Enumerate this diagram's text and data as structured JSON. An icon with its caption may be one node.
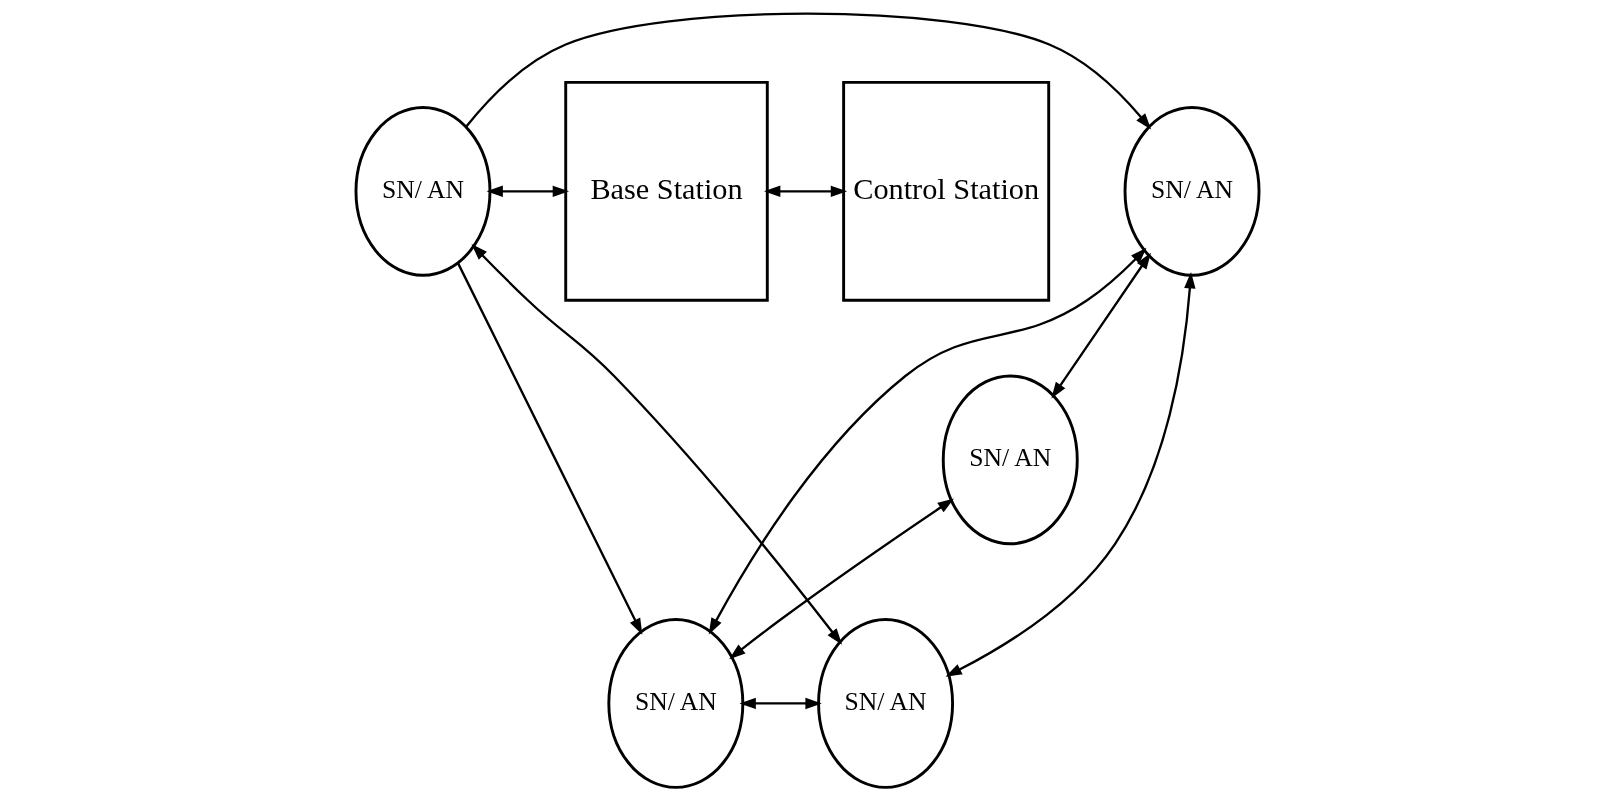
{
  "diagram": {
    "nodes": [
      {
        "text": [
          "SN/ AN"
        ]
      },
      {
        "text": [
          "SN/ AN"
        ]
      },
      {
        "text": [
          "Base Station"
        ]
      },
      {
        "text": [
          "Control Station"
        ]
      },
      {
        "text": [
          "SN/ AN"
        ]
      },
      {
        "text": [
          "SN/ AN"
        ]
      },
      {
        "text": [
          "SN/ AN"
        ]
      }
    ],
    "edges": [
      {
        "from": 1,
        "to": 0,
        "arrow": "to"
      },
      {
        "from": 0,
        "to": 4,
        "arrow": "both"
      },
      {
        "from": 0,
        "to": 5,
        "arrow": "both"
      },
      {
        "from": 0,
        "to": 6,
        "arrow": "both"
      },
      {
        "from": 1,
        "to": 5,
        "arrow": "to"
      },
      {
        "from": 1,
        "to": 6,
        "arrow": "both"
      },
      {
        "from": 4,
        "to": 5,
        "arrow": "both"
      },
      {
        "from": 5,
        "to": 6,
        "arrow": "both"
      },
      {
        "from": 1,
        "to": 2,
        "arrow": "both"
      },
      {
        "from": 2,
        "to": 3,
        "arrow": "both"
      }
    ]
  }
}
